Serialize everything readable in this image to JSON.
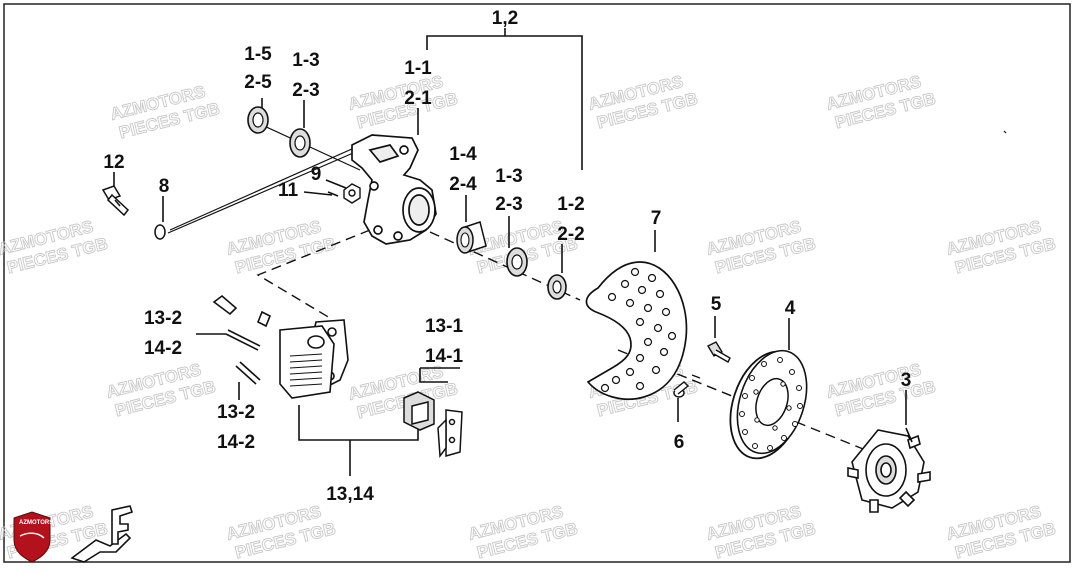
{
  "diagram": {
    "callouts": {
      "group_1_2": "1,2",
      "c_1_5": "1-5",
      "c_2_5": "2-5",
      "c_1_3_top": "1-3",
      "c_2_3_top": "2-3",
      "c_1_1": "1-1",
      "c_2_1": "2-1",
      "c_12": "12",
      "c_8": "8",
      "c_9": "9",
      "c_11": "11",
      "c_1_4": "1-4",
      "c_2_4": "2-4",
      "c_1_3_mid": "1-3",
      "c_2_3_mid": "2-3",
      "c_1_2": "1-2",
      "c_2_2": "2-2",
      "c_7": "7",
      "c_5": "5",
      "c_4": "4",
      "c_3": "3",
      "c_6": "6",
      "c_13_2_a": "13-2",
      "c_14_2_a": "14-2",
      "c_13_2_b": "13-2",
      "c_14_2_b": "14-2",
      "c_13_1": "13-1",
      "c_14_1": "14-1",
      "group_13_14": "13,14"
    },
    "watermark": {
      "line1": "AZMOTORS",
      "line2": "PIECES TGB"
    },
    "logo_text": "AZMOTORS"
  }
}
